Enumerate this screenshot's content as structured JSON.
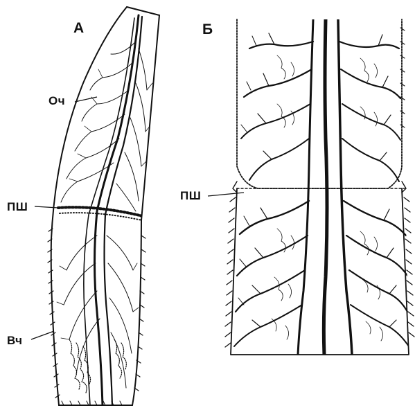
{
  "panels": [
    {
      "letter": "А",
      "labels": {
        "top_part": "Оч",
        "boundary": "ПШ",
        "bottom_part": "Вч"
      }
    },
    {
      "letter": "Б",
      "labels": {
        "boundary": "ПШ"
      }
    }
  ],
  "colors": {
    "ink": "#111111",
    "background": "#ffffff"
  }
}
